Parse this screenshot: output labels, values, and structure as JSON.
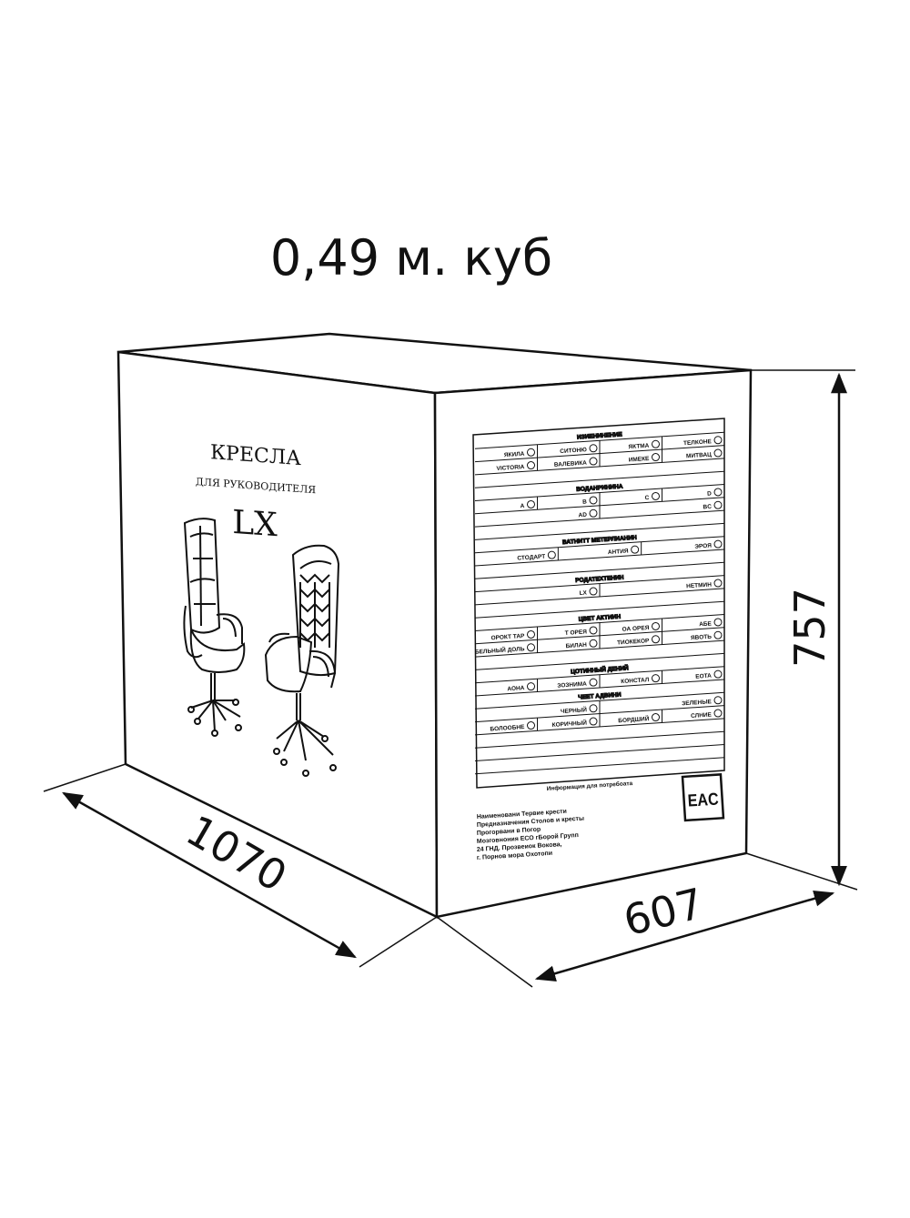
{
  "volume_label": "0,49 м. куб",
  "dimensions": {
    "length": "1070",
    "width": "607",
    "height": "757"
  },
  "side_panel": {
    "title": "КРЕСЛА",
    "subtitle": "ДЛЯ РУКОВОДИТЕЛЯ",
    "model": "LX"
  },
  "form": {
    "header": "ИЗИЕНИНЕНИЕ",
    "row1": [
      "ЯКИЛА",
      "СИТОНЮ",
      "ЯКТМА",
      "ТЕЛКОНЕ"
    ],
    "row2": [
      "VICTORIA",
      "ВАЛЕВИКА",
      "ИМЕКЕ",
      "МИТВАЦ"
    ],
    "section2": "ВОДАНРИНИНА",
    "row3": [
      "A",
      "B",
      "C",
      "D"
    ],
    "row4": [
      "AD",
      "BC"
    ],
    "section3": "ВАТНИТТ МЕТЕРЛИАНИН",
    "row5": [
      "СТОДАРТ",
      "АНТИЯ",
      "ЭРОЯ"
    ],
    "section4": "РОДАТЕХТЕНИН",
    "row6": [
      "LX",
      "НЕТМИН"
    ],
    "section5": "ЦВЕТ АКТИИН",
    "row7": [
      "ОРОКТ ТАР",
      "Т ОРЕЯ",
      "ОА ОРЕЯ",
      "АБЕ"
    ],
    "row8": [
      "БЕЛЬНЫЙ ДОЛЬ",
      "БИЛАН",
      "ТИОКЕКОР",
      "ЯВОТЬ"
    ],
    "section6": "ЦОТИННЫЙ ДЕНИЙ",
    "row9": [
      "АОНА",
      "ЗОЗНИМА",
      "КОНСТАЛ",
      "ЕОТА"
    ],
    "section7": "ЧЕЕТ АДВИНИ",
    "row10": [
      "ЧЕРНЫЙ",
      "ЗЕЛЕНЫЕ"
    ],
    "row11": [
      "БОЛООБНЕ",
      "КОРИЧНЫЙ",
      "БОРДШИЙ",
      "СЛНИЕ"
    ],
    "footer": "Информация для потребоата"
  },
  "info_lines": [
    "Наименовани Тервие крести",
    "Предназначения Столов и кресты",
    "Прогорвани в Погор",
    "Мозговнония ЕСО гБорой Групп",
    "24 ГНД. Прозвеиок Вокова,",
    "г. Порнов мора Охотопи"
  ],
  "cert_mark": "EAC"
}
